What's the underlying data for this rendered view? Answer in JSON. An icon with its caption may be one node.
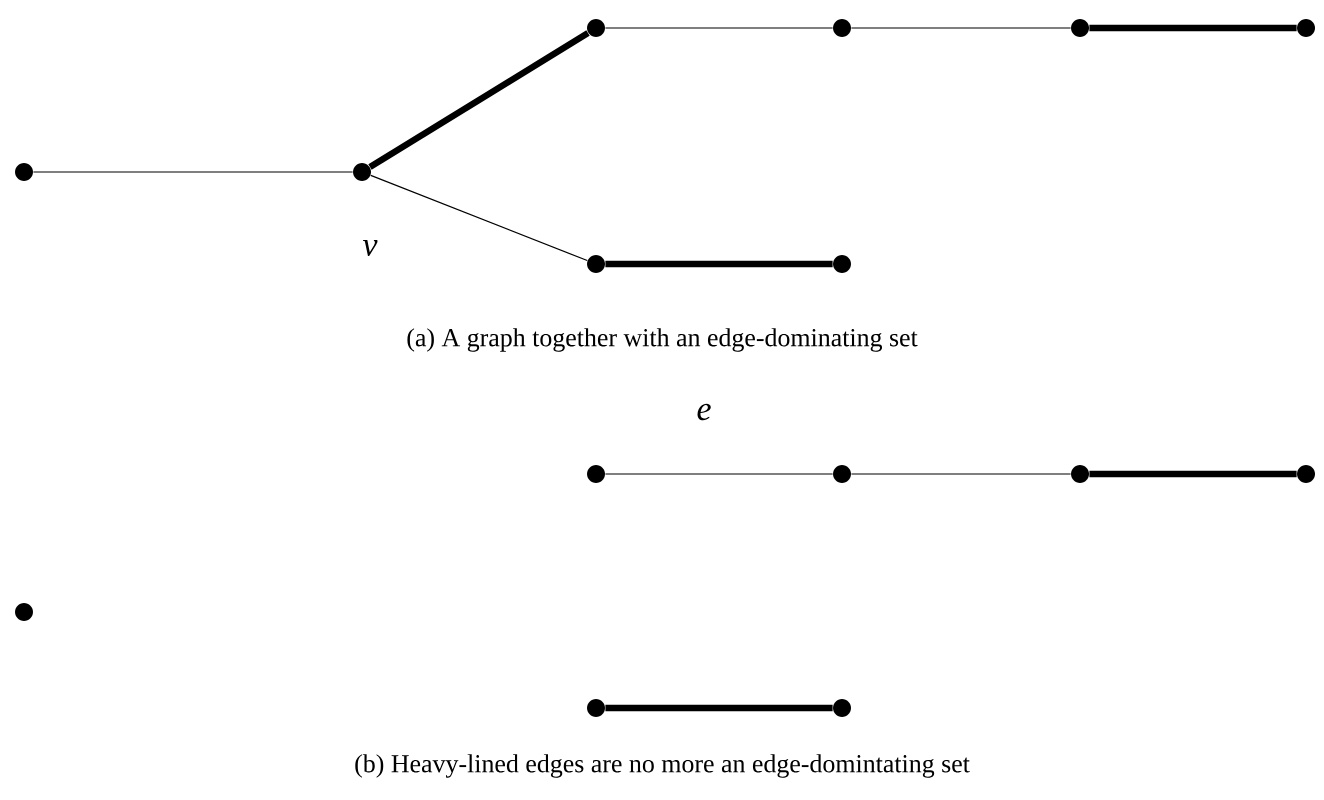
{
  "diagram": {
    "nodes": [
      {
        "text": [],
        "shape": "circle"
      },
      {
        "text": [],
        "shape": "circle"
      },
      {
        "text": [],
        "shape": "circle"
      },
      {
        "text": [],
        "shape": "circle"
      },
      {
        "text": [],
        "shape": "circle"
      },
      {
        "text": [],
        "shape": "circle"
      },
      {
        "text": [],
        "shape": "circle"
      },
      {
        "text": [],
        "shape": "circle"
      },
      {
        "text": [],
        "shape": "circle"
      },
      {
        "text": [],
        "shape": "circle"
      },
      {
        "text": [],
        "shape": "circle"
      },
      {
        "text": [],
        "shape": "circle"
      },
      {
        "text": [],
        "shape": "circle"
      },
      {
        "text": [],
        "shape": "circle"
      },
      {
        "text": [],
        "shape": "circle"
      }
    ],
    "edges": [
      {
        "from": 0,
        "to": 1,
        "arrow": "none"
      },
      {
        "from": 1,
        "to": 2,
        "arrow": "none",
        "style": "thick"
      },
      {
        "from": 1,
        "to": 6,
        "arrow": "none"
      },
      {
        "from": 2,
        "to": 3,
        "arrow": "none"
      },
      {
        "from": 3,
        "to": 4,
        "arrow": "none"
      },
      {
        "from": 4,
        "to": 5,
        "arrow": "none",
        "style": "thick"
      },
      {
        "from": 6,
        "to": 7,
        "arrow": "none",
        "style": "thick"
      },
      {
        "from": 9,
        "to": 10,
        "arrow": "none"
      },
      {
        "from": 10,
        "to": 11,
        "arrow": "none"
      },
      {
        "from": 11,
        "to": 12,
        "arrow": "none",
        "style": "thick"
      },
      {
        "from": 13,
        "to": 14,
        "arrow": "none",
        "style": "thick"
      }
    ],
    "labels": [
      "v",
      "(a) A graph together with an edge-dominating set",
      "e",
      "(b) Heavy-lined edges are no more an edge-domintating set"
    ]
  }
}
